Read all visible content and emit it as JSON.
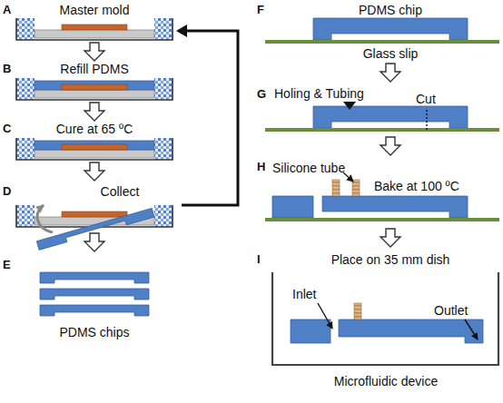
{
  "diagram": {
    "labels": [
      "A",
      "Master mold",
      "B",
      "Refill PDMS",
      "C",
      "Cure at 65 ºC",
      "D",
      "Collect",
      "E",
      "PDMS chips",
      "F",
      "PDMS chip",
      "Glass slip",
      "G",
      "Holing & Tubing",
      "Cut",
      "H",
      "Silicone tube",
      "Bake at 100 ºC",
      "I",
      "Place on 35 mm dish",
      "Inlet",
      "Outlet",
      "Microfluidic device"
    ]
  }
}
